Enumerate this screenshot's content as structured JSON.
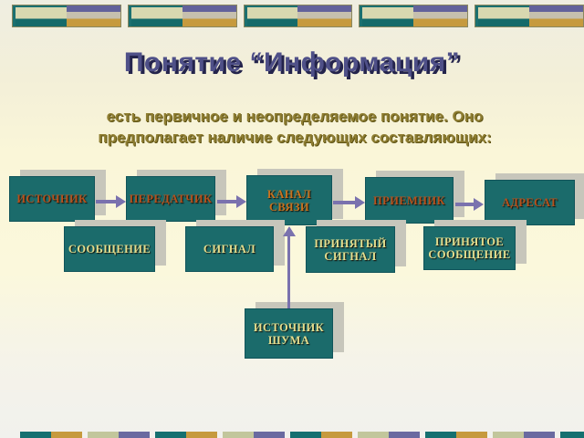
{
  "title": "Понятие “Информация”",
  "subtitle": {
    "line1": "есть первичное и неопределяемое понятие. Оно",
    "line2": "предполагает наличие следующих составляющих:"
  },
  "diagram": {
    "boxes": {
      "source": {
        "label": "ИСТОЧНИК"
      },
      "transmitter": {
        "label": "ПЕРЕДАТЧИК"
      },
      "channel": {
        "line1": "КАНАЛ",
        "line2": "СВЯЗИ"
      },
      "receiver": {
        "label": "ПРИЕМНИК"
      },
      "addressee": {
        "label": "АДРЕСАТ"
      },
      "message": {
        "label": "СООБЩЕНИЕ"
      },
      "signal": {
        "label": "СИГНАЛ"
      },
      "received_signal": {
        "line1": "ПРИНЯТЫЙ",
        "line2": "СИГНАЛ"
      },
      "received_message": {
        "line1": "ПРИНЯТОЕ",
        "line2": "СООБЩЕНИЕ"
      },
      "noise_source": {
        "line1": "ИСТОЧНИК",
        "line2": "ШУМА"
      }
    },
    "connections": [
      {
        "from": "ИСТОЧНИК",
        "to": "ПЕРЕДАТЧИК"
      },
      {
        "from": "ПЕРЕДАТЧИК",
        "to": "КАНАЛ СВЯЗИ"
      },
      {
        "from": "КАНАЛ СВЯЗИ",
        "to": "ПРИЕМНИК"
      },
      {
        "from": "ПРИЕМНИК",
        "to": "АДРЕСАТ"
      },
      {
        "from": "ИСТОЧНИК ШУМА",
        "to": "КАНАЛ СВЯЗИ"
      }
    ]
  },
  "colors": {
    "box_fill": "#1b6b6b",
    "box_shadow": "#c7c6bb",
    "arrow": "#7a72ae",
    "title_text": "#4f5088",
    "title_shadow": "#24244c",
    "subtitle_text": "#8e7d31",
    "label_top_row": "#b5511d",
    "label_channel": "#c8721f",
    "label_bottom_row": "#e3dd8e",
    "band_teal": "#157070",
    "band_gold": "#c69a3e",
    "band_sage": "#c2c69c",
    "band_purple": "#6a6aa0",
    "background_top": "#efeee1",
    "background_middle": "#fbf8dc",
    "background_bottom": "#f1f1ed"
  }
}
